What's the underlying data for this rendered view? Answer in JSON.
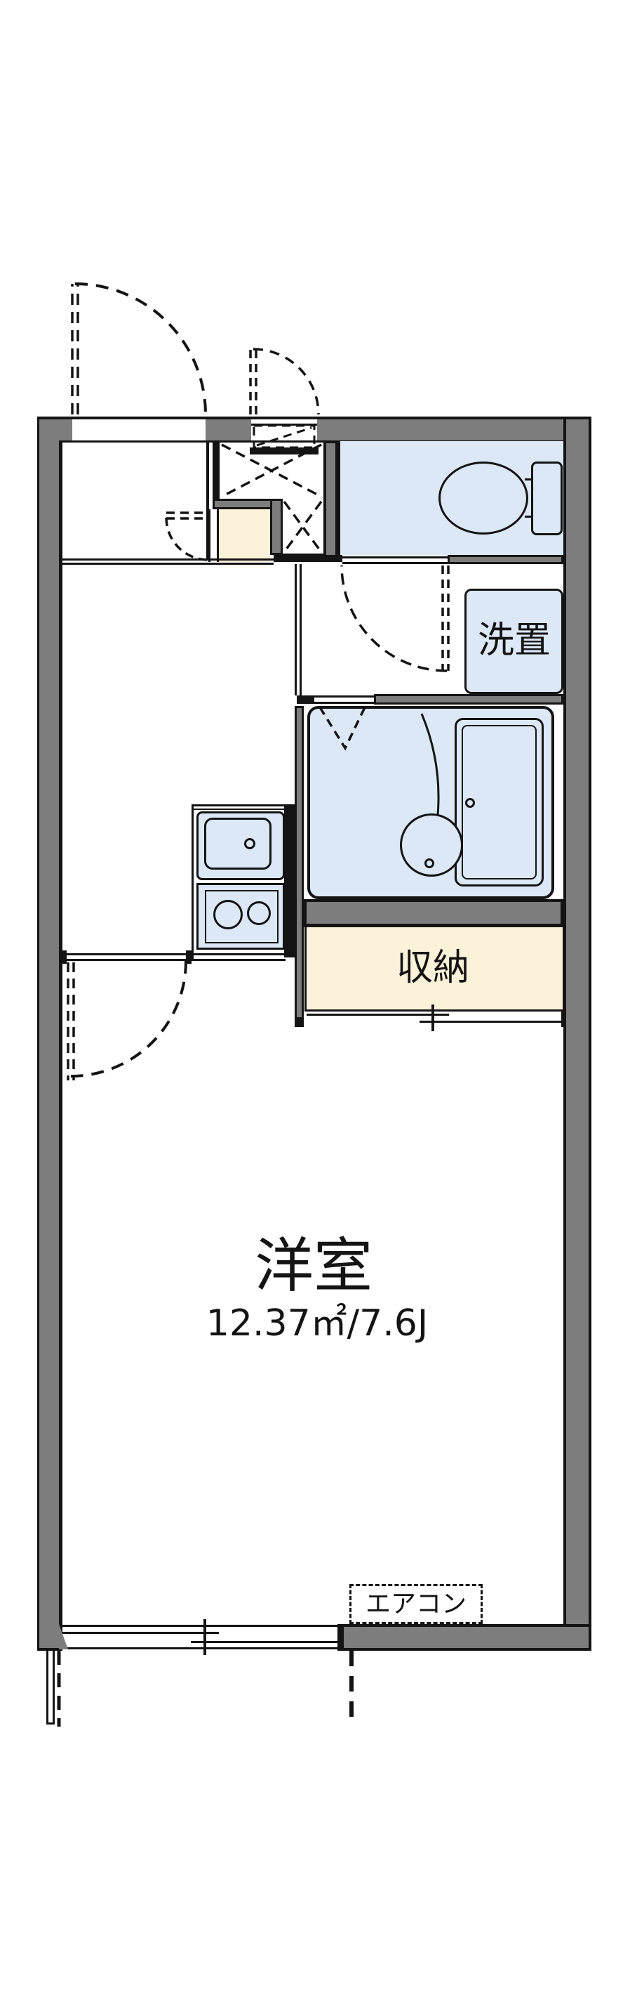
{
  "floorplan": {
    "labels": {
      "main_room": "洋室",
      "main_room_area": "12.37㎡/7.6J",
      "storage": "収納",
      "washer": "洗置",
      "aircon": "エアコン"
    },
    "rooms": [
      {
        "name": "洋室",
        "area": "12.37㎡/7.6J",
        "type": "western-room"
      },
      {
        "name": "収納",
        "type": "storage"
      },
      {
        "name": "洗置",
        "type": "washer-place"
      },
      {
        "name": "浴室",
        "type": "unit-bath-unlabeled"
      },
      {
        "name": "トイレ",
        "type": "toilet-unlabeled"
      }
    ],
    "colors": {
      "wall": "#7d7d7d",
      "line": "#141414",
      "blue": "#dde8f7",
      "beige": "#fcf2da",
      "bg": "#ffffff"
    }
  }
}
